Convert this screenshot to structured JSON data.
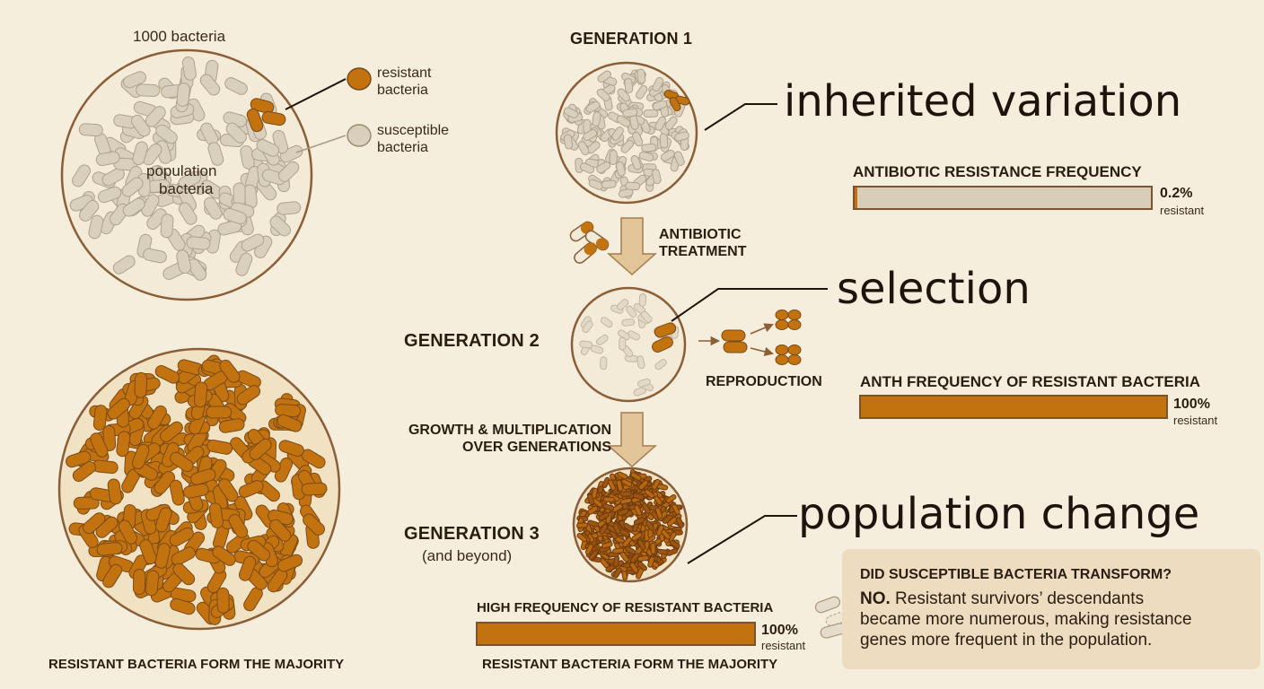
{
  "population": {
    "count_label": "1000 bacteria",
    "center_label_1": "population",
    "center_label_2": "bacteria",
    "legend_resistant_1": "resistant",
    "legend_resistant_2": "bacteria",
    "legend_susceptible_1": "susceptible",
    "legend_susceptible_2": "bacteria",
    "bottom_caption": "RESISTANT BACTERIA FORM THE MAJORITY"
  },
  "generations": {
    "gen1": "GENERATION 1",
    "treatment_1": "ANTIBIOTIC",
    "treatment_2": "TREATMENT",
    "gen2": "GENERATION 2",
    "reproduction": "REPRODUCTION",
    "growth_1": "GROWTH & MULTIPLICATION",
    "growth_2": "OVER GENERATIONS",
    "gen3": "GENERATION 3",
    "gen3_sub": "(and beyond)"
  },
  "concepts": {
    "inherited": "inherited variation",
    "selection": "selection",
    "population_change": "population change"
  },
  "bars": {
    "bar1": {
      "title": "ANTIBIOTIC RESISTANCE FREQUENCY",
      "value_label": "0.2%",
      "sub": "resistant",
      "fraction": 0.002
    },
    "bar2": {
      "title": "ANTH FREQUENCY OF RESISTANT BACTERIA",
      "value_label": "100%",
      "sub": "resistant",
      "fraction": 1.0
    },
    "bar3": {
      "title": "HIGH FREQUENCY OF RESISTANT BACTERIA",
      "value_label": "100%",
      "sub": "resistant",
      "fraction": 1.0,
      "caption": "RESISTANT BACTERIA FORM THE MAJORITY"
    }
  },
  "note": {
    "question": "DID SUSCEPTIBLE BACTERIA TRANSFORM?",
    "answer_bold": "NO.",
    "answer_rest": " Resistant survivors’ descendants became more numerous, making resistance genes more frequent in the population."
  },
  "colors": {
    "resistant": "#c2730f",
    "susceptible": "#d8cfbd",
    "outline": "#8a5e36",
    "background": "#f6eedc"
  }
}
